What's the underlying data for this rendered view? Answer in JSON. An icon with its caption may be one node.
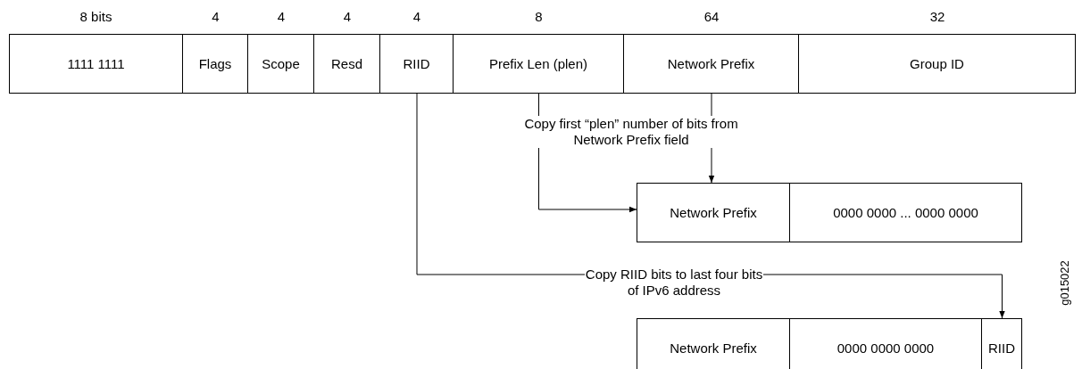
{
  "diagram": {
    "nodes": [
      {
        "text": [
          "1111 1111"
        ],
        "beside": [
          "8 bits"
        ]
      },
      {
        "text": [
          "Flags"
        ],
        "beside": [
          "4"
        ]
      },
      {
        "text": [
          "Scope"
        ],
        "beside": [
          "4"
        ]
      },
      {
        "text": [
          "Resd"
        ],
        "beside": [
          "4"
        ]
      },
      {
        "text": [
          "RIID"
        ],
        "beside": [
          "4"
        ]
      },
      {
        "text": [
          "Prefix Len (plen)"
        ],
        "beside": [
          "8"
        ]
      },
      {
        "text": [
          "Network Prefix"
        ],
        "beside": [
          "64"
        ]
      },
      {
        "text": [
          "Group ID"
        ],
        "beside": [
          "32"
        ]
      },
      {
        "text": [
          "Network Prefix"
        ]
      },
      {
        "text": [
          "0000 0000 ... 0000 0000"
        ]
      },
      {
        "text": [
          "Network Prefix"
        ]
      },
      {
        "text": [
          "0000 0000 0000"
        ]
      },
      {
        "text": [
          "RIID"
        ]
      }
    ],
    "edges": [
      {
        "from": 5,
        "to": 8,
        "arrow": "to"
      },
      {
        "from": 6,
        "to": 8,
        "arrow": "to",
        "label": "Copy first “plen” number of bits from Network Prefix field"
      },
      {
        "from": 4,
        "to": 12,
        "arrow": "to",
        "label": "Copy RIID bits to last four bits of IPv6 address"
      }
    ],
    "labels": [
      "g015022"
    ]
  }
}
